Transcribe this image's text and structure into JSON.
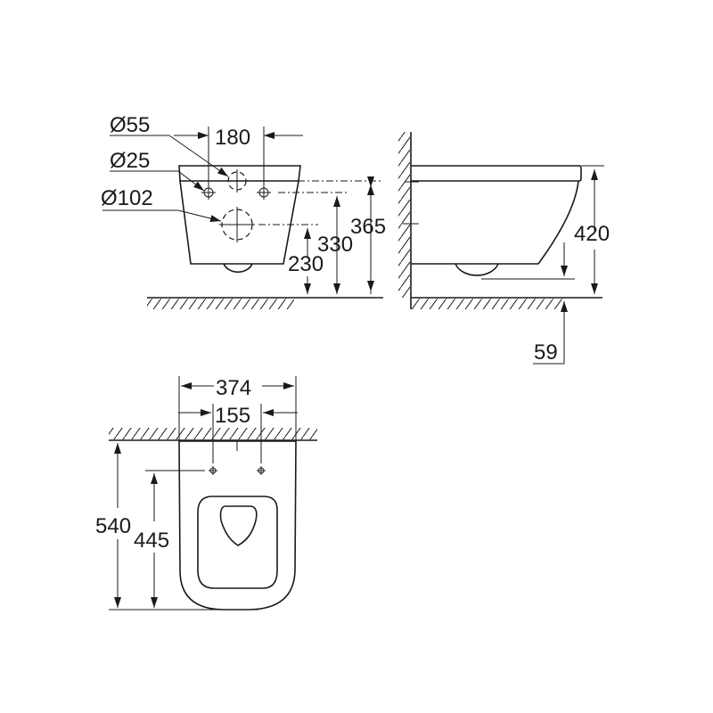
{
  "drawing": {
    "front_view": {
      "labels": {
        "d55": "Ø55",
        "d25": "Ø25",
        "d102": "Ø102",
        "w180": "180",
        "h365": "365",
        "h330": "330",
        "h230": "230"
      }
    },
    "side_view": {
      "labels": {
        "h420": "420",
        "h59": "59"
      }
    },
    "top_view": {
      "labels": {
        "w374": "374",
        "w155": "155",
        "l540": "540",
        "l445": "445"
      }
    }
  }
}
